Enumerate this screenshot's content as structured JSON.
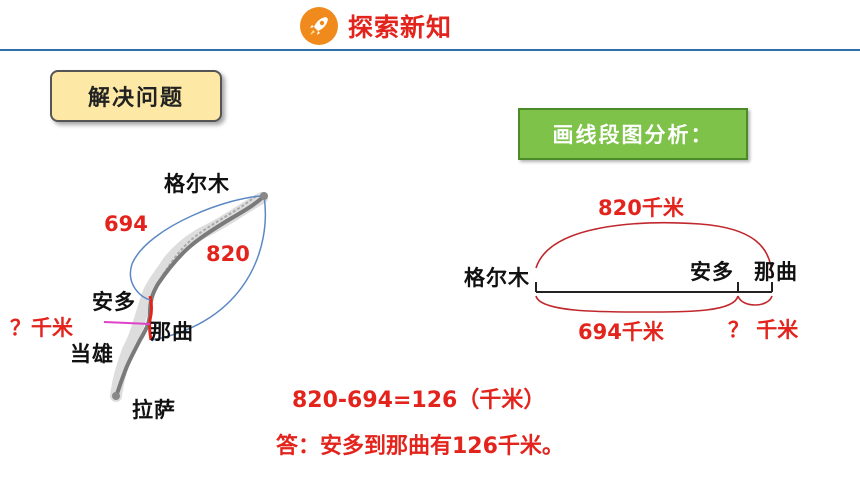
{
  "header": {
    "title": "探索新知",
    "icon": "rocket-icon",
    "accent": "#e3241d",
    "line_color": "#2f6fb0"
  },
  "topic": {
    "label": "解决问题"
  },
  "map": {
    "city_geermu": "格尔木",
    "city_anduo": "安多",
    "city_naqu": "那曲",
    "city_dangxiong": "当雄",
    "city_lasa": "拉萨",
    "dist_694": "694",
    "dist_820": "820",
    "unknown": "？千米"
  },
  "analysis": {
    "title": "画线段图分析：",
    "start": "格尔木",
    "mid": "安多",
    "end": "那曲",
    "total": "820千米",
    "part": "694千米",
    "unknown": "？ 千米"
  },
  "solution": {
    "equation": "820-694=126（千米）",
    "answer": "答：安多到那曲有126千米。"
  }
}
